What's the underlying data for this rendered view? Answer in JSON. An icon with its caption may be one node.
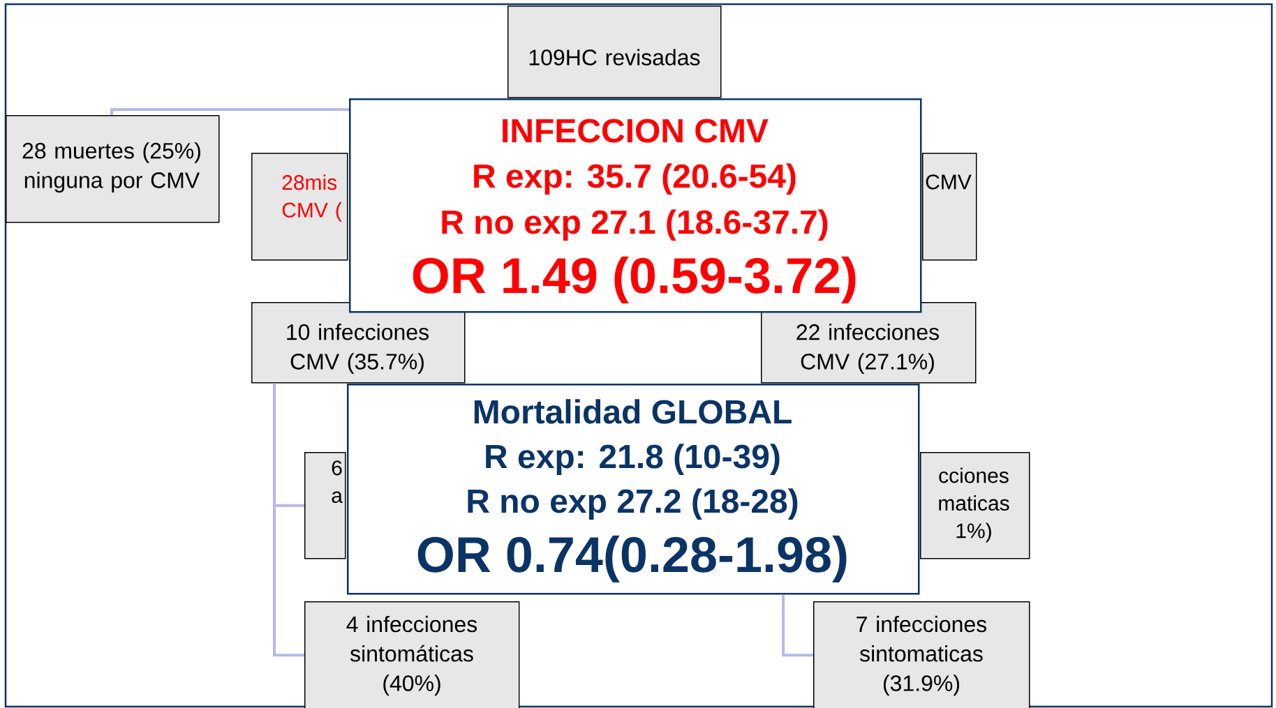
{
  "diagram": {
    "nodes": [
      {
        "text": [
          "109HC revisadas"
        ]
      },
      {
        "text": [
          "INFECCION CMV",
          "R exp: 35.7 (20.6-54)",
          "R no exp 27.1 (18.6-37.7)",
          "OR 1.49 (0.59-3.72)"
        ]
      },
      {
        "text": [
          "28 muertes (25%) ninguna por CMV"
        ]
      },
      {
        "text": [
          "28mis CMV ("
        ]
      },
      {
        "text": [
          "CMV"
        ]
      },
      {
        "text": [
          "10 infecciones CMV (35.7%)"
        ]
      },
      {
        "text": [
          "22 infecciones CMV (27.1%)"
        ]
      },
      {
        "text": [
          "Mortalidad GLOBAL",
          "R exp: 21.8 (10-39)",
          "R no exp 27.2 (18-28)",
          "OR 0.74(0.28-1.98)"
        ]
      },
      {
        "text": [
          "6 a"
        ]
      },
      {
        "text": [
          "cciones maticas 1%)"
        ]
      },
      {
        "text": [
          "4 infecciones sintomáticas (40%)"
        ]
      },
      {
        "text": [
          "7 infecciones sintomaticas (31.9%)"
        ]
      }
    ],
    "edges": [
      {
        "from": 2,
        "to": 1,
        "arrow": "none"
      },
      {
        "from": 5,
        "to": 8,
        "arrow": "none"
      },
      {
        "from": 5,
        "to": 10,
        "arrow": "none"
      },
      {
        "from": 7,
        "to": 11,
        "arrow": "none"
      }
    ]
  }
}
